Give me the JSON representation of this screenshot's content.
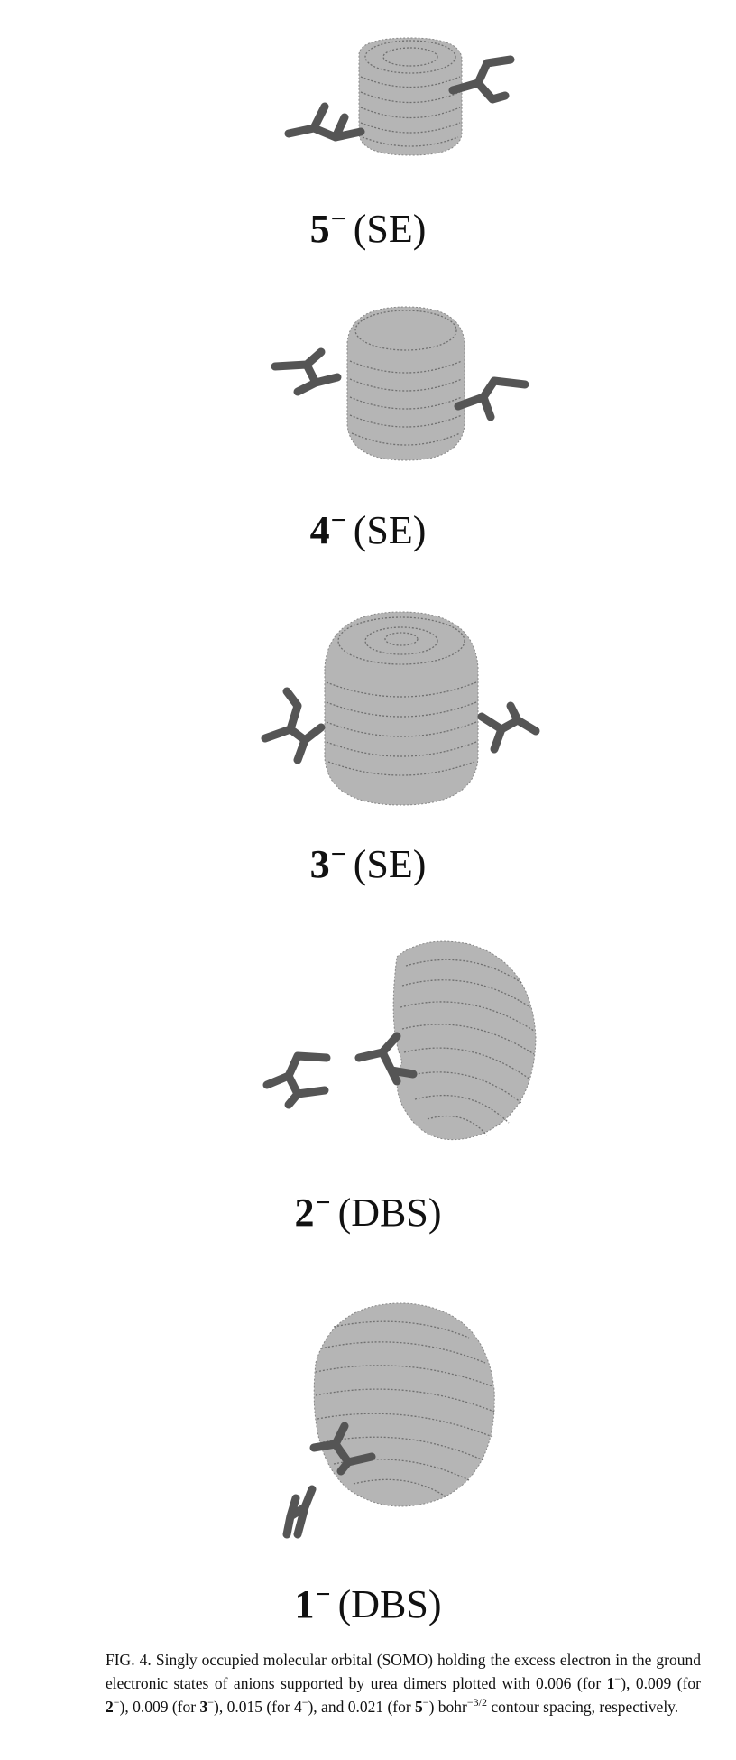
{
  "panels": [
    {
      "number": "5",
      "charge": "−",
      "state": "(SE)"
    },
    {
      "number": "4",
      "charge": "−",
      "state": "(SE)"
    },
    {
      "number": "3",
      "charge": "−",
      "state": "(SE)"
    },
    {
      "number": "2",
      "charge": "−",
      "state": "(DBS)"
    },
    {
      "number": "1",
      "charge": "−",
      "state": "(DBS)"
    }
  ],
  "caption": {
    "fig_label": "FIG. 4.",
    "text_1": "Singly occupied molecular orbital (SOMO) holding the excess electron in the ground electronic states of anions supported by urea dimers plotted with 0.006 (for ",
    "ref_1": "1",
    "text_2": "), 0.009 (for ",
    "ref_2": "2",
    "text_3": "), 0.009 (for ",
    "ref_3": "3",
    "text_4": "), 0.015 (for ",
    "ref_4": "4",
    "text_5": "), and 0.021 (for ",
    "ref_5": "5",
    "text_6": ") bohr",
    "exponent": "−3/2",
    "text_7": " contour spacing, respectively.",
    "minus": "−"
  },
  "colors": {
    "orbital_fill": "#b5b5b5",
    "contour": "#6f6f6f",
    "molecule": "#555555"
  }
}
